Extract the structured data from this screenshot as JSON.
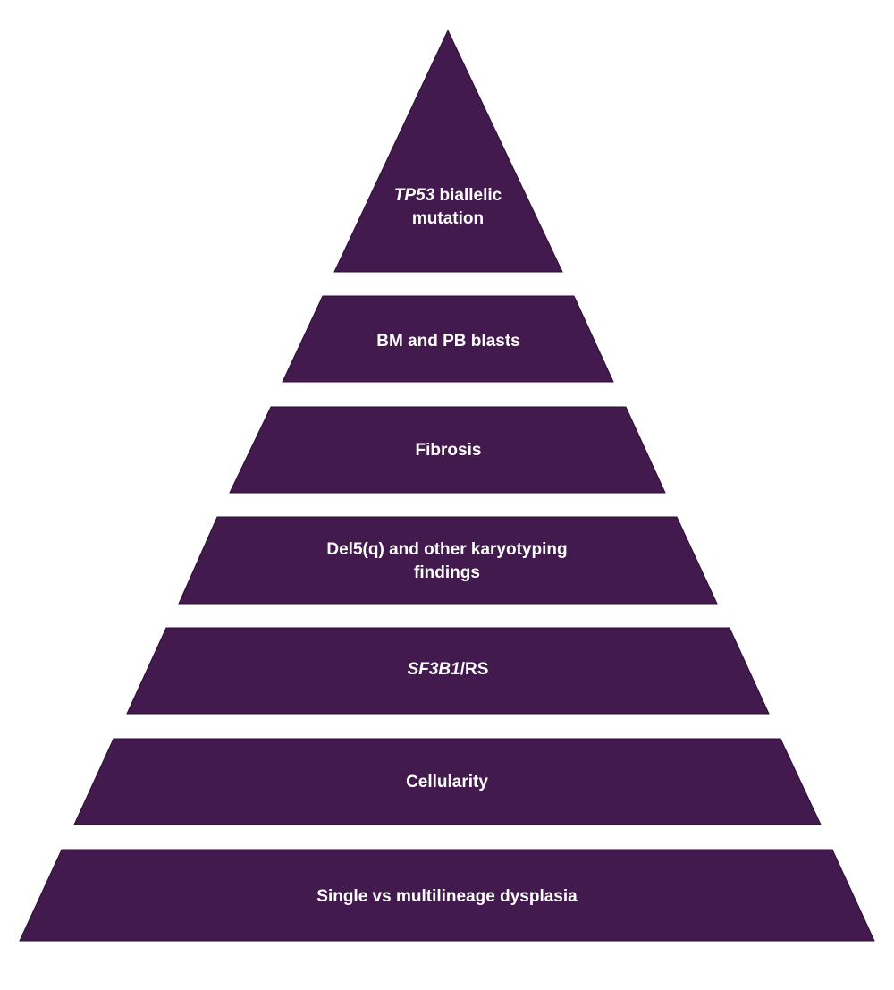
{
  "diagram": {
    "type": "pyramid",
    "fill_color": "#431A4D",
    "text_color": "#FFFFFF",
    "background_color": "#FFFFFF",
    "tiers": [
      {
        "level": 1,
        "lines": [
          [
            {
              "text": "TP53",
              "italic": true
            },
            {
              "text": " biallelic",
              "italic": false
            }
          ],
          [
            {
              "text": "mutation",
              "italic": false
            }
          ]
        ]
      },
      {
        "level": 2,
        "lines": [
          [
            {
              "text": "BM and PB blasts",
              "italic": false
            }
          ]
        ]
      },
      {
        "level": 3,
        "lines": [
          [
            {
              "text": "Fibrosis",
              "italic": false
            }
          ]
        ]
      },
      {
        "level": 4,
        "lines": [
          [
            {
              "text": "Del5(q) and other karyotyping",
              "italic": false
            }
          ],
          [
            {
              "text": "findings",
              "italic": false
            }
          ]
        ]
      },
      {
        "level": 5,
        "lines": [
          [
            {
              "text": "SF3B1",
              "italic": true
            },
            {
              "text": "/RS",
              "italic": false
            }
          ]
        ]
      },
      {
        "level": 6,
        "lines": [
          [
            {
              "text": "Cellularity",
              "italic": false
            }
          ]
        ]
      },
      {
        "level": 7,
        "lines": [
          [
            {
              "text": "Single vs multilineage dysplasia",
              "italic": false
            }
          ]
        ]
      }
    ]
  }
}
